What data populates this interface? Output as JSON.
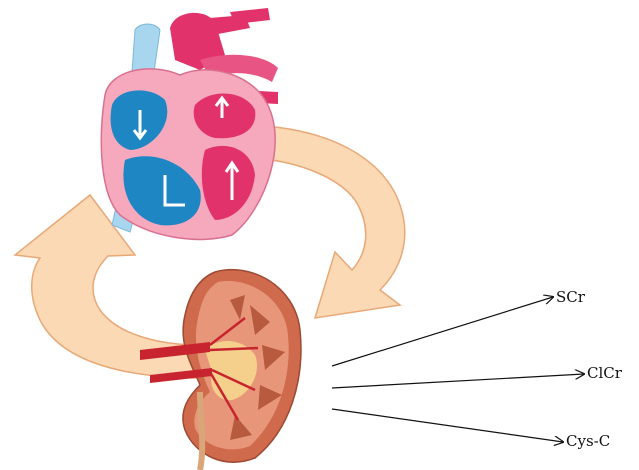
{
  "labels": {
    "scr": "SCr",
    "clcr": "ClCr",
    "cysc": "Cys-C"
  },
  "colors": {
    "arrow_fill": "#fbd9b5",
    "arrow_stroke": "#e8a877",
    "heart_blue": "#1f86c4",
    "heart_red": "#e2326b",
    "heart_pink": "#f6a9bd",
    "vessel_light_blue": "#a9d6ef",
    "kidney_outer": "#cf6a4c",
    "kidney_cortex": "#e8967a",
    "kidney_pelvis": "#f4d08c",
    "vessel_red": "#c8242f",
    "line": "#111111"
  }
}
